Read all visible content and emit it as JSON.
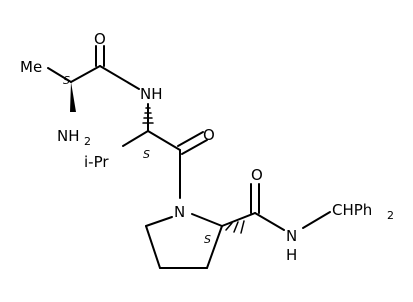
{
  "molecule": {
    "atoms": {
      "carbonyl_o_top": "O",
      "carbonyl_o_mid": "O",
      "carbonyl_o_right": "O",
      "amide_nh_top": "NH",
      "amide_nh_right": "N",
      "amide_h_right": "H",
      "ring_n": "N",
      "amino": "NH",
      "amino_subscript": "2",
      "methyl": "Me",
      "isopropyl": "i-Pr",
      "benzhydryl": "CHPh",
      "benzhydryl_subscript": "2"
    },
    "stereo_labels": [
      "S",
      "S",
      "S"
    ]
  }
}
